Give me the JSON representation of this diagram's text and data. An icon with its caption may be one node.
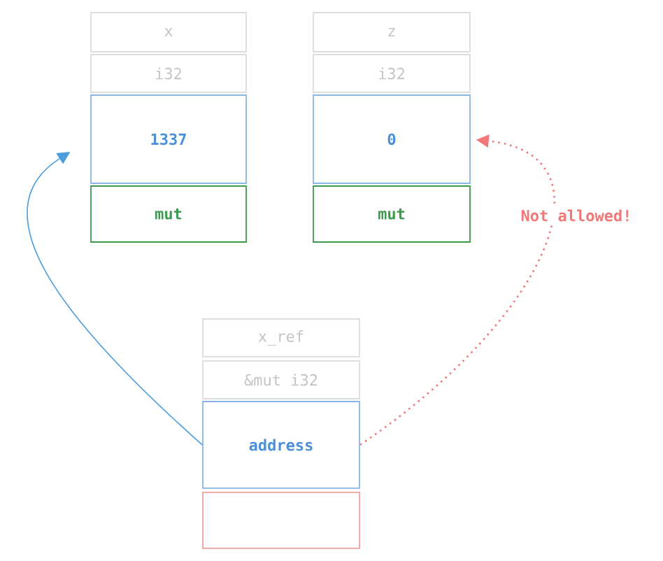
{
  "diagram": {
    "nodes": [
      {
        "text": [
          "x"
        ]
      },
      {
        "text": [
          "i32"
        ]
      },
      {
        "text": [
          "1337"
        ]
      },
      {
        "text": [
          "mut"
        ]
      },
      {
        "text": [
          "z"
        ]
      },
      {
        "text": [
          "i32"
        ]
      },
      {
        "text": [
          "0"
        ]
      },
      {
        "text": [
          "mut"
        ]
      },
      {
        "text": [
          "x_ref"
        ]
      },
      {
        "text": [
          "&mut i32"
        ]
      },
      {
        "text": [
          "address"
        ]
      },
      {
        "text": [],
        "shape": "box"
      }
    ],
    "edges": [
      {
        "from": 10,
        "to": 2,
        "arrow": "to",
        "color": "#4a9ee0"
      },
      {
        "from": 10,
        "to": 6,
        "arrow": "to",
        "label": "Not allowed!",
        "style": "dashed",
        "color": "#f07878"
      }
    ]
  }
}
